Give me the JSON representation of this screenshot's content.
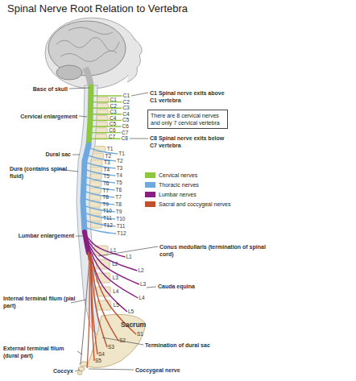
{
  "diagram": {
    "title": "Spinal Nerve Root Relation to Vertebra",
    "nodes": [
      {
        "text": [
          "There are 8 cervical nerves and only 7 cervical vertebra"
        ]
      }
    ],
    "labels": [
      "Base of skull",
      "C1 Spinal nerve exits above C1 vertebra",
      "Cervical enlargement",
      "C8 Spinal nerve exits below C7 vertebra",
      "Dural sac",
      "Dura (contains spinal fluid)",
      "Lumbar enlargement",
      "Conus medullaris (termination of spinal cord)",
      "Cauda equina",
      "Sacrum",
      "Internal terminal filum (pial part)",
      "Termination of dural sac",
      "External terminal filum (dural part)",
      "Coccyx",
      "Coccygeal nerve",
      "C1",
      "C2",
      "C3",
      "C4",
      "C5",
      "C6",
      "C7",
      "C8",
      "C1",
      "C2",
      "C3",
      "C4",
      "C5",
      "C6",
      "C7",
      "T1",
      "T2",
      "T3",
      "T4",
      "T5",
      "T6",
      "T7",
      "T8",
      "T9",
      "T10",
      "T11",
      "T12",
      "T1",
      "T2",
      "T3",
      "T4",
      "T5",
      "T6",
      "T7",
      "T8",
      "T9",
      "T10",
      "T11",
      "T12",
      "L1",
      "L2",
      "L3",
      "L4",
      "L5",
      "L1",
      "L2",
      "L3",
      "L4",
      "L5",
      "S1",
      "S2",
      "S3",
      "S4",
      "S5"
    ],
    "legend": [
      {
        "text": "Cervical nerves",
        "color": "#8dc63f"
      },
      {
        "text": "Thoracic nerves",
        "color": "#6ea8dc"
      },
      {
        "text": "Lumbar nerves",
        "color": "#8a1f82"
      },
      {
        "text": "Sacral and coccygeal nerves",
        "color": "#c1502e"
      }
    ]
  }
}
